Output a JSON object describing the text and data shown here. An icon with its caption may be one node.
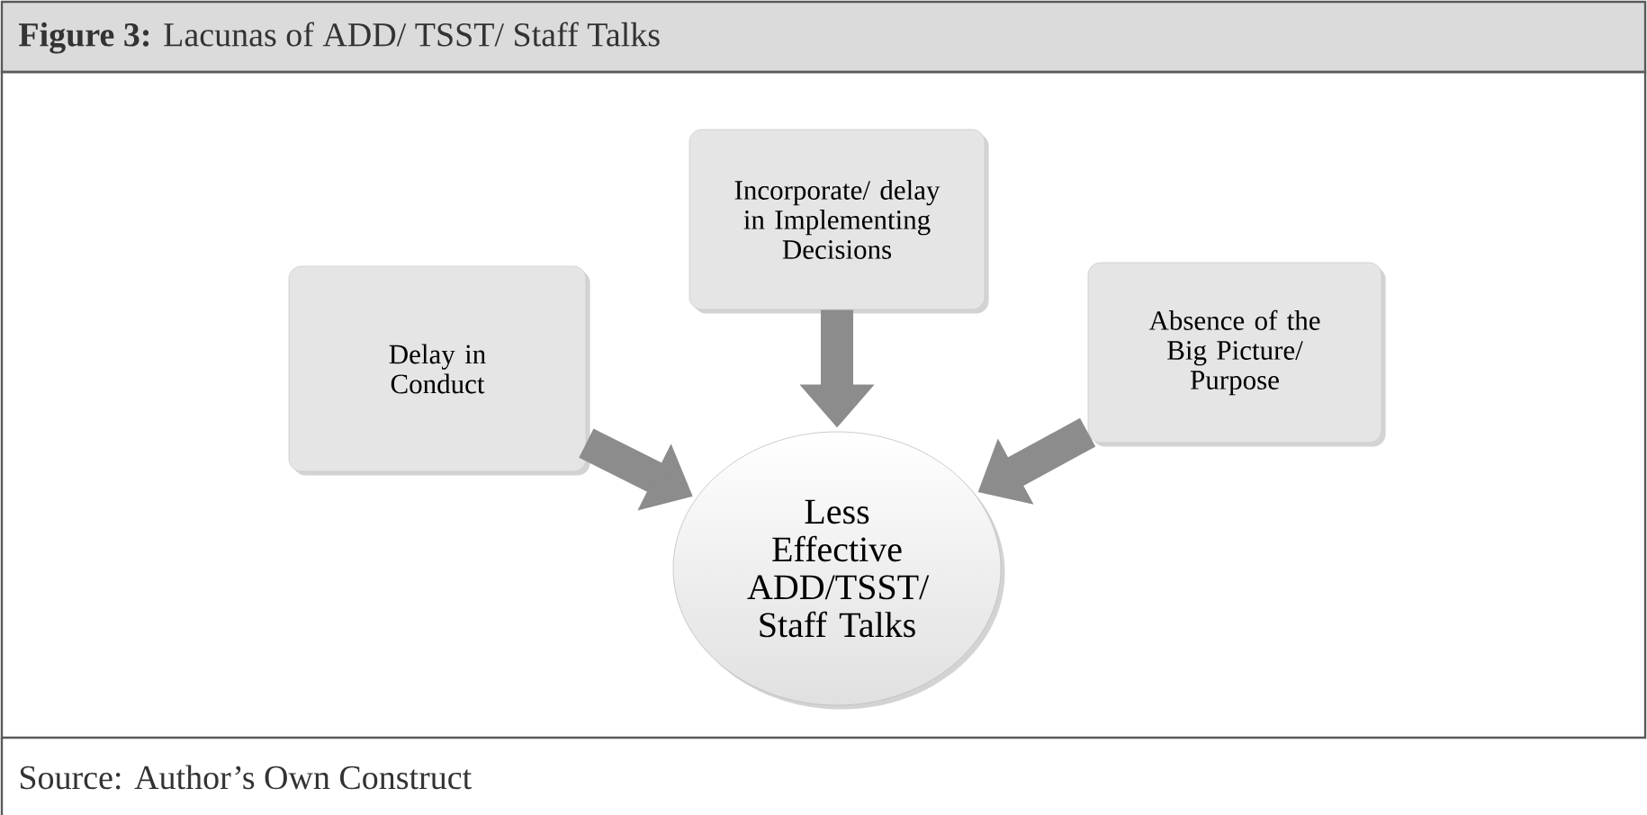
{
  "diagram": {
    "title": "**Figure 3:** Lacunas of ADD/ TSST/ Staff Talks",
    "caption": "Source: Author’s Own Construct",
    "nodes": [
      {
        "text": [
          "Delay in Conduct"
        ]
      },
      {
        "text": [
          "Incorporate/ delay in Implementing Decisions"
        ]
      },
      {
        "text": [
          "Absence of the Big Picture/ Purpose"
        ]
      },
      {
        "text": [
          "Less Effective ADD/TSST/ Staff Talks"
        ]
      }
    ],
    "edges": [
      {
        "from": 0,
        "to": 3,
        "arrow": "to"
      },
      {
        "from": 1,
        "to": 3,
        "arrow": "to"
      },
      {
        "from": 2,
        "to": 3,
        "arrow": "to"
      }
    ]
  }
}
